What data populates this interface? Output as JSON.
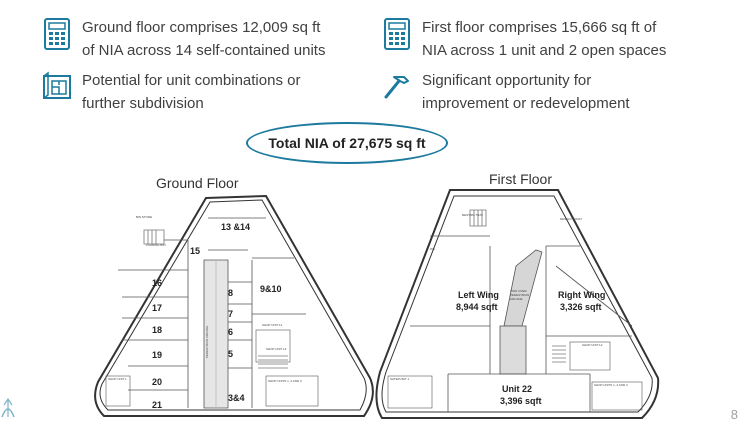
{
  "features": [
    {
      "icon": "calculator-icon",
      "text_line1": "Ground floor comprises 12,009 sq ft",
      "text_line2": "of NIA across 14 self-contained units"
    },
    {
      "icon": "calculator-icon",
      "text_line1": "First floor comprises 15,666 sq ft of",
      "text_line2": "NIA across 1 unit and 2 open spaces"
    },
    {
      "icon": "blueprint-icon",
      "text_line1": "Potential for unit combinations or",
      "text_line2": "further subdivision"
    },
    {
      "icon": "hammer-icon",
      "text_line1": "Significant opportunity for",
      "text_line2": "improvement or redevelopment"
    }
  ],
  "total_badge": "Total NIA of 27,675 sq ft",
  "ground_floor": {
    "title": "Ground Floor",
    "units": [
      "13 &14",
      "15",
      "16",
      "17",
      "18",
      "19",
      "20",
      "21",
      "8",
      "7",
      "6",
      "5",
      "3&4",
      "9&10"
    ]
  },
  "first_floor": {
    "title": "First Floor",
    "left_wing": {
      "name": "Left Wing",
      "area": "8,944 sqft"
    },
    "right_wing": {
      "name": "Right Wing",
      "area": "3,326 sqft"
    },
    "unit22": {
      "name": "Unit 22",
      "area": "3,396 sqft"
    }
  },
  "page_number": "8",
  "colors": {
    "accent": "#1b7a9e",
    "text": "#404040"
  }
}
